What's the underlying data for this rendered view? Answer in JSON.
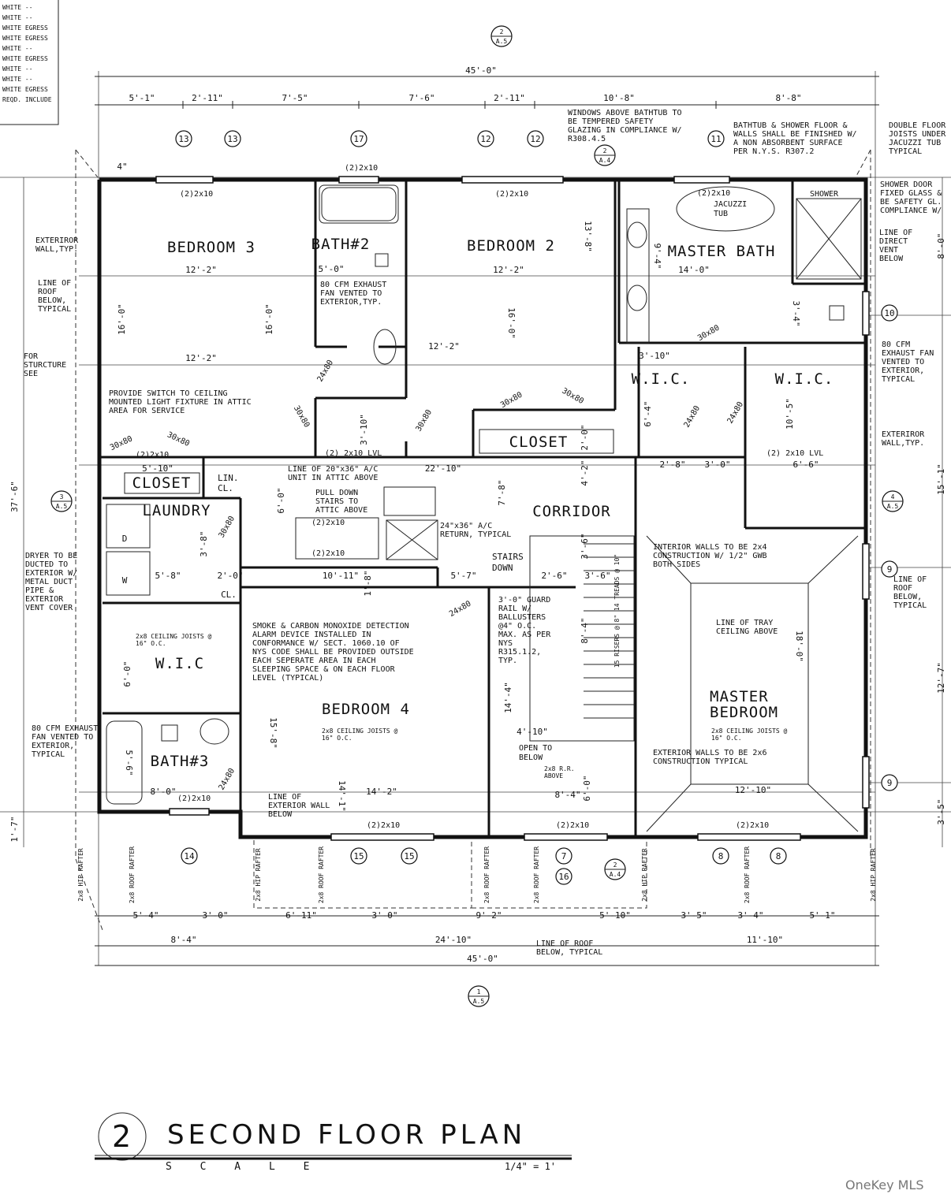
{
  "legend": {
    "rows": [
      "WHITE --",
      "WHITE --",
      "WHITE EGRESS",
      "WHITE EGRESS",
      "WHITE --",
      "WHITE EGRESS",
      "WHITE --",
      "WHITE --",
      "WHITE EGRESS",
      "REQD. INCLUDE"
    ]
  },
  "title": "SECOND FLOOR PLAN",
  "title_number": "2",
  "scale_label": "S C A L E",
  "scale_value": "1/4\" = 1'",
  "watermark": "OneKey MLS",
  "section_markers": {
    "top": {
      "num": "2",
      "sheet": "A.5"
    },
    "bottom": {
      "num": "1",
      "sheet": "A.5"
    },
    "left": {
      "num": "3",
      "sheet": "A.5"
    },
    "right": {
      "num": "4",
      "sheet": "A.5"
    },
    "stair_top": {
      "num": "2",
      "sheet": "A.4"
    },
    "stair_bottom": {
      "num": "2",
      "sheet": "A.4"
    }
  },
  "dims": {
    "overall_top": "45'-0\"",
    "overall_bottom": "45'-0\"",
    "top": [
      "5'-1\"",
      "2'-11\"",
      "7'-5\"",
      "7'-6\"",
      "2'-11\"",
      "10'-8\"",
      "8'-8\""
    ],
    "bottom_1": [
      "5'-4\"",
      "3'-0\"",
      "6'-11\"",
      "3'-0\"",
      "9'-2\"",
      "5'-10\"",
      "3'-5\"",
      "3'-4\"",
      "5'-1\""
    ],
    "bottom_2": [
      "8'-4\"",
      "24'-10\"",
      "11'-10\""
    ],
    "left_total": "37'-6\"",
    "left_bottom": "1'-7\"",
    "right_a": "8'-0\"",
    "right_b": "15'-1\"",
    "right_c": "12'-7\"",
    "right_d": "3'-5\""
  },
  "window_tags": {
    "top": [
      "13",
      "13",
      "17",
      "12",
      "12",
      "11"
    ],
    "bottom": [
      "14",
      "15",
      "15",
      "7",
      "16",
      "8",
      "8"
    ],
    "right": [
      "10",
      "9",
      "9"
    ]
  },
  "rooms": {
    "bedroom3": {
      "name": "BEDROOM 3",
      "w": "12'-2\"",
      "h": "16'-0\""
    },
    "bath2": {
      "name": "BATH#2",
      "w": "5'-0\""
    },
    "bedroom2": {
      "name": "BEDROOM 2",
      "w": "12'-2\"",
      "h": "13'-8\"",
      "h2": "16'-0\""
    },
    "master_bath": {
      "name": "MASTER BATH",
      "w": "14'-0\"",
      "h": "9'-4\"",
      "h2": "3'-4\""
    },
    "shower": "SHOWER",
    "jacuzzi": "JACUZZI TUB",
    "closet1": "CLOSET",
    "closet2": "CLOSET",
    "lin": "LIN. CL.",
    "laundry": "LAUNDRY",
    "dryer": "D",
    "washer": "W",
    "corridor": "CORRIDOR",
    "wic1": "W.I.C.",
    "wic2": "W.I.C.",
    "wic3": "W.I.C",
    "cl": "CL.",
    "bedroom4": {
      "name": "BEDROOM 4",
      "h": "15'-8\"",
      "h2": "14'-1\"",
      "w": "14'-2\""
    },
    "bath3": {
      "name": "BATH#3",
      "w": "8'-0\"",
      "h": "5'-6\""
    },
    "master_bedroom": {
      "name": "MASTER BEDROOM",
      "h": "18'-0\"",
      "w": "12'-10\""
    },
    "stairs": "STAIRS DOWN"
  },
  "notes": {
    "windows_bathtub": "WINDOWS ABOVE BATHTUB TO BE TEMPERED SAFETY GLAZING IN COMPLIANCE W/ R308.4.5",
    "bathtub_finish": "BATHTUB & SHOWER FLOOR & WALLS SHALL BE FINISHED W/ A NON ABSORBENT SURFACE PER N.Y.S. R307.2",
    "double_floor": "DOUBLE FLOOR JOISTS UNDER JACUZZI TUB TYPICAL",
    "shower_door": "SHOWER DOOR FIXED GLASS & BE SAFETY GL. COMPLIANCE W/",
    "ext_wall_1": "EXTERIROR WALL,TYP.",
    "roof_below_1": "LINE OF ROOF BELOW, TYPICAL",
    "structure": "FOR STURCTURE SEE",
    "line_direct_vent": "LINE OF DIRECT VENT BELOW",
    "exhaust_fan_bath2": "80 CFM EXHAUST FAN VENTED TO EXTERIOR,TYP.",
    "exhaust_fan_master": "80 CFM EXHAUST FAN VENTED TO EXTERIOR, TYPICAL",
    "ext_wall_2": "EXTERIROR WALL,TYP.",
    "switch": "PROVIDE SWITCH TO CEILING MOUNTED LIGHT FIXTURE IN ATTIC AREA FOR SERVICE",
    "ac_unit": "LINE OF 20\"x36\" A/C UNIT IN ATTIC ABOVE",
    "pull_down": "PULL DOWN STAIRS TO ATTIC ABOVE",
    "ac_return": "24\"x36\" A/C RETURN, TYPICAL",
    "interior_walls": "INTERIOR WALLS TO BE 2x4 CONSTRUCTION W/ 1/2\" GWB BOTH SIDES",
    "roof_below_2": "LINE OF ROOF BELOW, TYPICAL",
    "dryer_duct": "DRYER TO BE DUCTED TO EXTERIOR W/ METAL DUCT PIPE & EXTERIOR VENT COVER",
    "smoke": "SMOKE & CARBON MONOXIDE DETECTION ALARM DEVICE INSTALLED IN CONFORMANCE W/ SECT. 1060.10 OF NYS CODE SHALL BE PROVIDED OUTSIDE EACH SEPERATE AREA IN EACH SLEEPING SPACE & ON EACH FLOOR LEVEL (TYPICAL)",
    "guard_rail": "3'-0\" GUARD RAIL W/ BALLUSTERS @4\" O.C. MAX. AS PER NYS R315.1.2, TYP.",
    "tray": "LINE OF TRAY CEILING ABOVE",
    "exhaust_fan_bath3": "80 CFM EXHAUST FAN VENTED TO EXTERIOR, TYPICAL",
    "ext_wall_below": "LINE OF EXTERIOR WALL BELOW",
    "open_below": "OPEN TO BELOW",
    "rr_above": "2x8 R.R. ABOVE",
    "ext_walls_2x6": "EXTERIOR WALLS TO BE 2x6 CONSTRUCTION TYPICAL",
    "roof_below_3": "LINE OF ROOF BELOW, TYPICAL",
    "risers": "15 RISERS @ 8\" 14 TREADS @ 10\"",
    "ceiling_joists": "2x8 CEILING JOISTS @ 16\" O.C."
  },
  "headers": {
    "h_2x10": "(2)2x10",
    "h_2x10_lvl": "(2) 2x10 LVL",
    "jack": "(2)2x10",
    "rafters": [
      "2x8 HIP RAFTER",
      "2x8 ROOF RAFTER",
      "2x8 HIP RAFTER",
      "2x8 ROOF RAFTER",
      "2x8 ROOF RAFTER",
      "2x8 ROOF RAFTER",
      "2x8 HIP RAFTER",
      "2x8 ROOF RAFTER",
      "2x8 HIP RAFTER"
    ],
    "doors": [
      "30x80",
      "30x80",
      "30x80",
      "30x80",
      "24x80",
      "30x80",
      "30x80",
      "30x80",
      "24x80",
      "24x80",
      "30x80",
      "24x80",
      "24x80"
    ]
  },
  "misc_dims": {
    "c_2_10": "22'-10\"",
    "c_4_2": "4'-2\"",
    "c_7_8": "7'-8\"",
    "c_3_6": "3'-6\"",
    "c_3_6b": "3'-6\"",
    "c_2_6": "2'-6\"",
    "c_10_11": "10'-11\"",
    "c_5_7": "5'-7\"",
    "c_1_8": "1'-8\"",
    "c_5_8": "5'-8\"",
    "c_2_0": "2'-0\"",
    "c_6_0": "6'-0\"",
    "c_3_8": "3'-8\"",
    "c_5_10": "5'-10\"",
    "c_6_6": "6'-6\"",
    "c_3_0": "3'-0\"",
    "c_2_8": "2'-8\"",
    "c_3_10": "3'-10\"",
    "c_6_4": "6'-4\"",
    "c_10_5": "10'-5\"",
    "c_2_0b": "2'-0\"",
    "c_3_10b": "3'-10\"",
    "c_14_4": "14'-4\"",
    "c_4_10": "4'-10\"",
    "c_8_4": "8'-4\"",
    "c_8_4b": "8'-4\"",
    "c_6_0b": "6'-0\"",
    "c_6_0c": "6'-0\"",
    "c_4": "4\""
  }
}
